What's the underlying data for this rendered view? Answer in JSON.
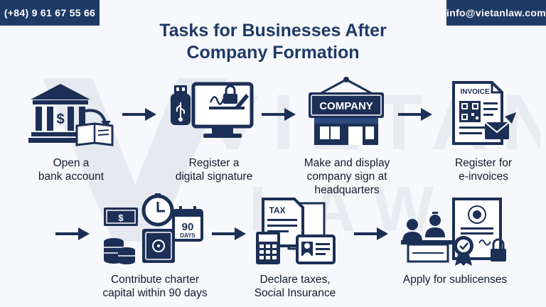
{
  "header": {
    "phone": "(+84) 9 61 67 55 66",
    "email": "info@vietanlaw.com"
  },
  "title": {
    "line1": "Tasks for Businesses After",
    "line2": "Company Formation"
  },
  "steps": [
    {
      "label_line1": "Open a",
      "label_line2": "bank account",
      "icon": "bank-icon"
    },
    {
      "label_line1": "Register a",
      "label_line2": "digital signature",
      "icon": "digital-signature-icon"
    },
    {
      "label_line1": "Make and display",
      "label_line2": "company sign at",
      "label_line3": "headquarters",
      "icon": "company-sign-icon",
      "sign_text": "COMPANY"
    },
    {
      "label_line1": "Register for",
      "label_line2": "e-invoices",
      "icon": "invoice-icon",
      "doc_text": "INVOICE"
    },
    {
      "label_line1": "Contribute charter",
      "label_line2": "capital within 90 days",
      "icon": "charter-capital-icon",
      "calendar_text_1": "90",
      "calendar_text_2": "DAYS"
    },
    {
      "label_line1": "Declare taxes,",
      "label_line2": "Social Insurance",
      "icon": "tax-documents-icon",
      "doc_text": "TAX"
    },
    {
      "label_line1": "Apply for sublicenses",
      "icon": "sublicense-icon"
    }
  ],
  "watermark": {
    "text_top": "VIETAN",
    "text_bottom": "LAW"
  },
  "colors": {
    "navy": "#1e3a66",
    "icon": "#1c2f56",
    "background": "#f6f8fb"
  }
}
